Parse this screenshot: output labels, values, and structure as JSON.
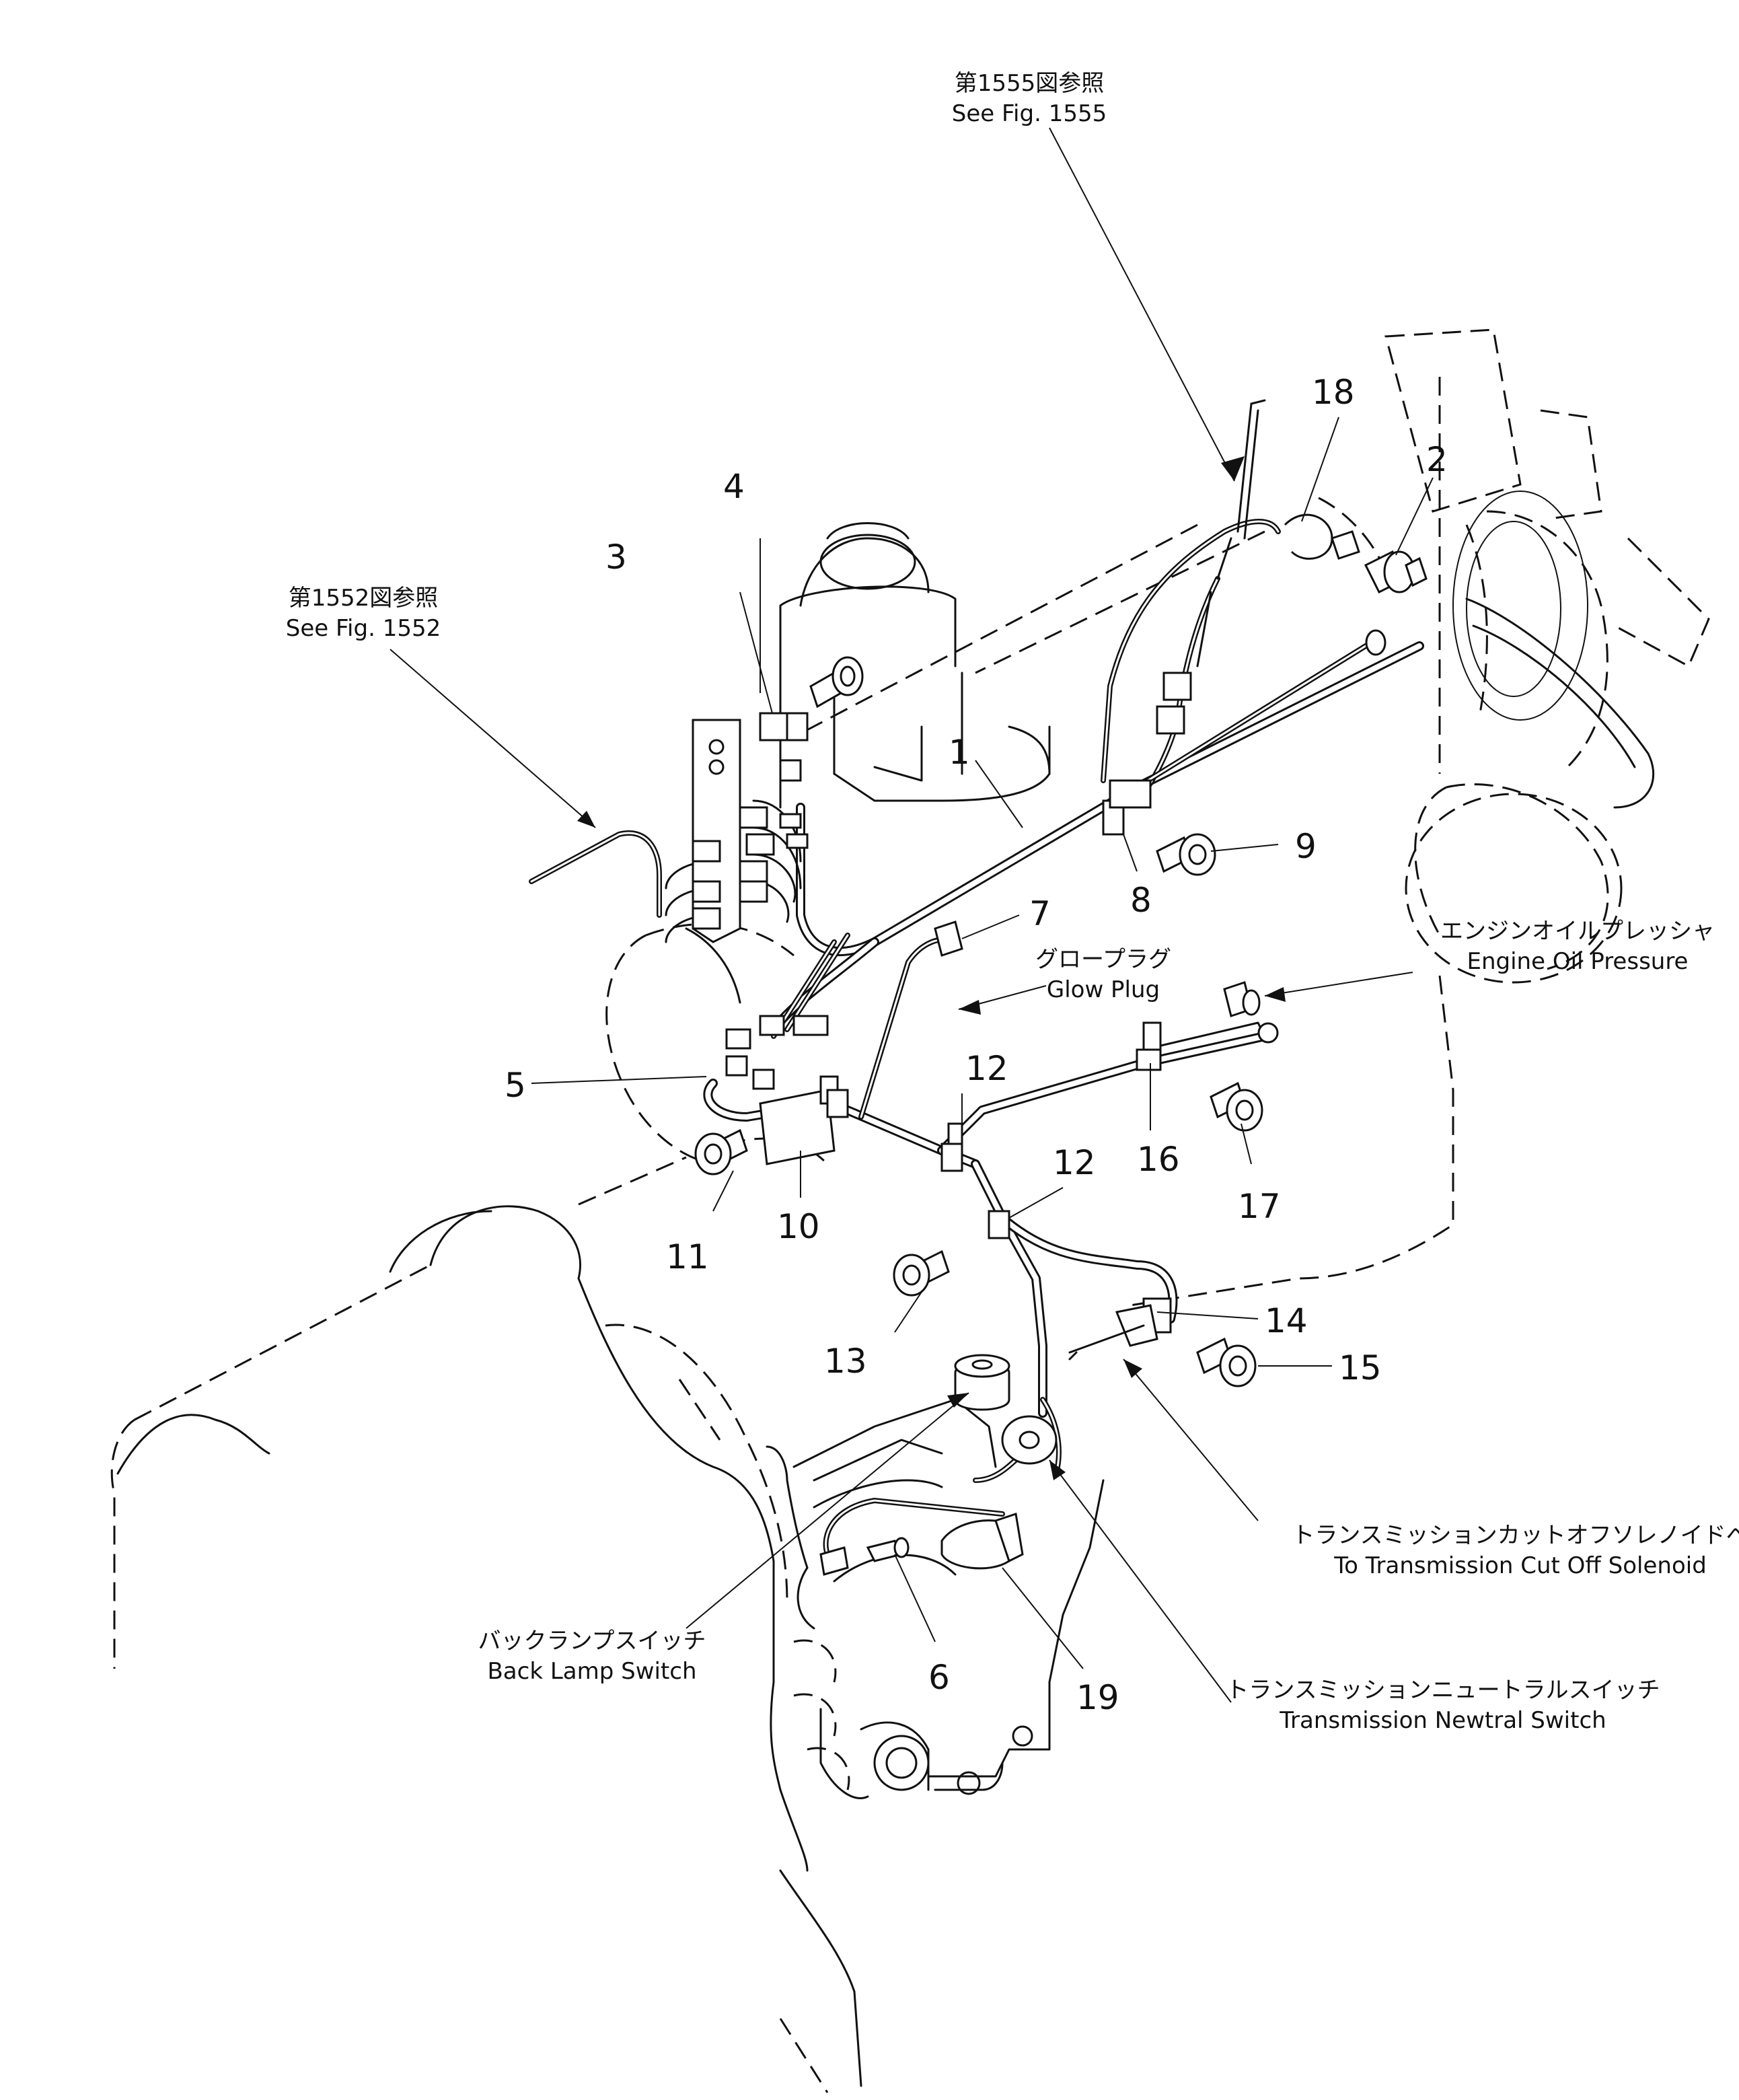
{
  "part_numbers": [
    "1",
    "2",
    "3",
    "4",
    "5",
    "6",
    "7",
    "8",
    "9",
    "10",
    "11",
    "12",
    "12",
    "13",
    "14",
    "15",
    "16",
    "17",
    "18",
    "19"
  ],
  "references": {
    "fig1555_jp": "第1555図参照",
    "fig1555_en": "See Fig. 1555",
    "fig1552_jp": "第1552図参照",
    "fig1552_en": "See Fig. 1552"
  },
  "labels": {
    "glow_plug_jp": "グロープラグ",
    "glow_plug_en": "Glow Plug",
    "engine_oil_pressure_jp": "エンジンオイルプレッシャ",
    "engine_oil_pressure_en": "Engine Oil Pressure",
    "cut_off_solenoid_jp": "トランスミッションカットオフソレノイドへ",
    "cut_off_solenoid_en": "To Transmission Cut Off Solenoid",
    "back_lamp_switch_jp": "バックランプスイッチ",
    "back_lamp_switch_en": "Back Lamp Switch",
    "neutral_switch_jp": "トランスミッションニュートラルスイッチ",
    "neutral_switch_en": "Transmission Newtral Switch"
  }
}
